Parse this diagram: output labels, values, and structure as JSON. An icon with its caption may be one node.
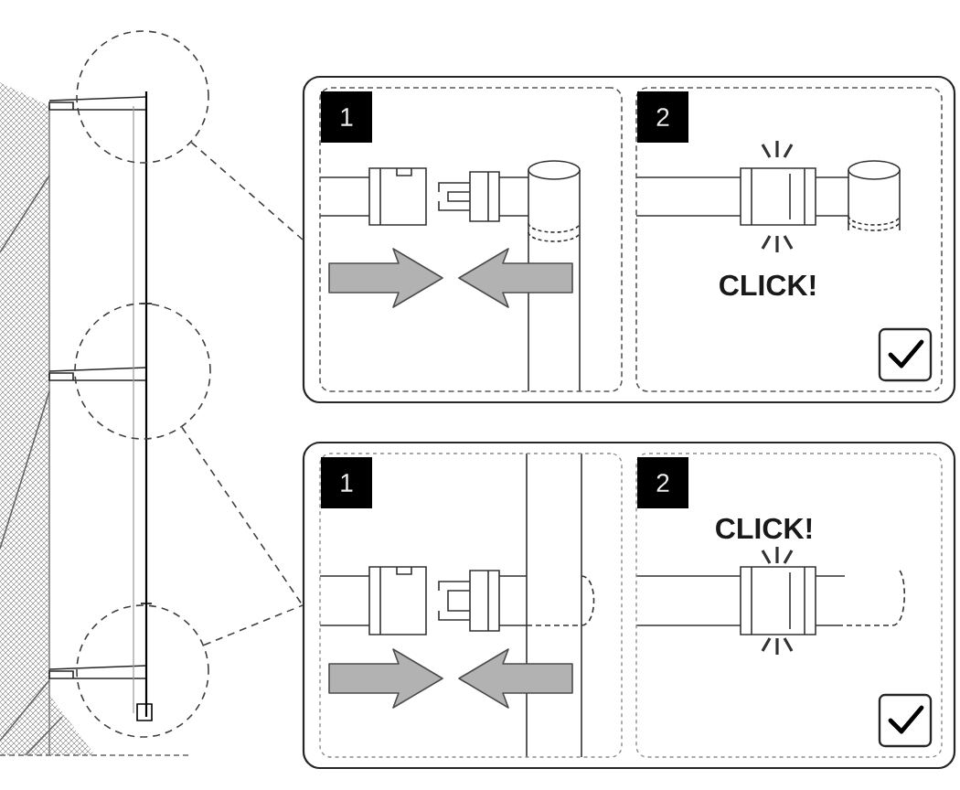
{
  "diagram": {
    "nodes": [
      {
        "text": [],
        "shape": "circle"
      },
      {
        "text": [],
        "shape": "circle"
      },
      {
        "text": [],
        "shape": "circle"
      },
      {
        "text": [],
        "shape": "box"
      },
      {
        "text": [
          "1"
        ],
        "in": 3
      },
      {
        "text": [
          "2",
          "CLICK!"
        ],
        "in": 3
      },
      {
        "text": [],
        "shape": "box"
      },
      {
        "text": [
          "1"
        ],
        "in": 6
      },
      {
        "text": [
          "2",
          "CLICK!"
        ],
        "in": 6
      }
    ],
    "edges": [
      {
        "from": 0,
        "to": 3,
        "arrow": "none",
        "style": "dashed"
      },
      {
        "from": 1,
        "to": 6,
        "arrow": "none",
        "style": "dashed"
      },
      {
        "from": 2,
        "to": 6,
        "arrow": "none",
        "style": "dashed"
      }
    ]
  }
}
